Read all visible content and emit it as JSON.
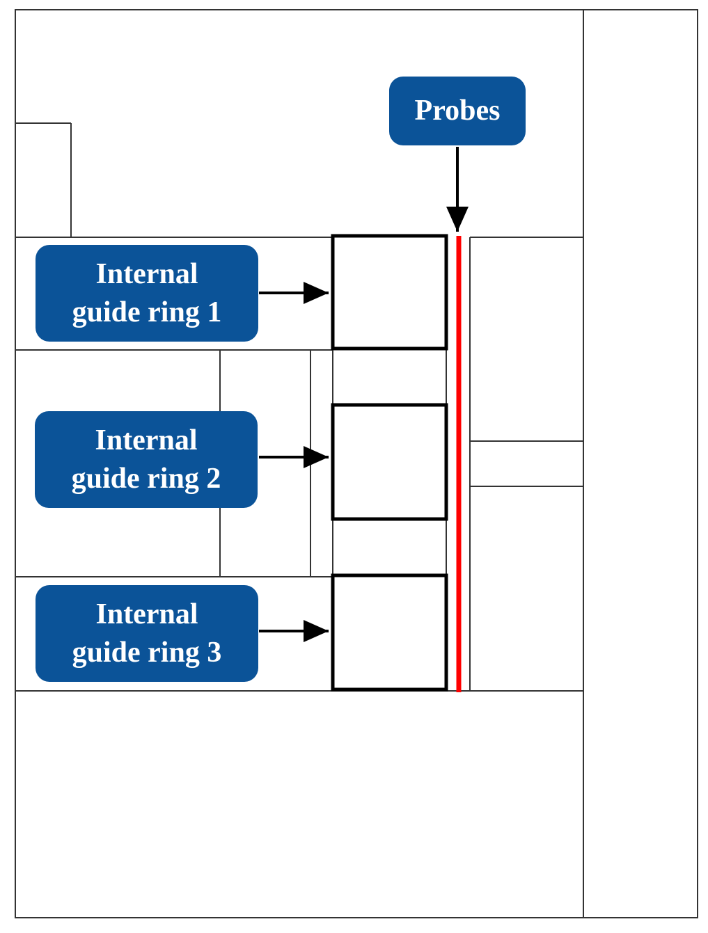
{
  "labels": {
    "probes": "Probes",
    "ring1": {
      "line1": "Internal",
      "line2": "guide ring 1"
    },
    "ring2": {
      "line1": "Internal",
      "line2": "guide ring 2"
    },
    "ring3": {
      "line1": "Internal",
      "line2": "guide ring 3"
    }
  },
  "colors": {
    "label_fill": "#0b5398",
    "label_text": "#ffffff",
    "probe_line": "#ff0000",
    "frame_line": "#333333",
    "ring_outline": "#000000"
  }
}
